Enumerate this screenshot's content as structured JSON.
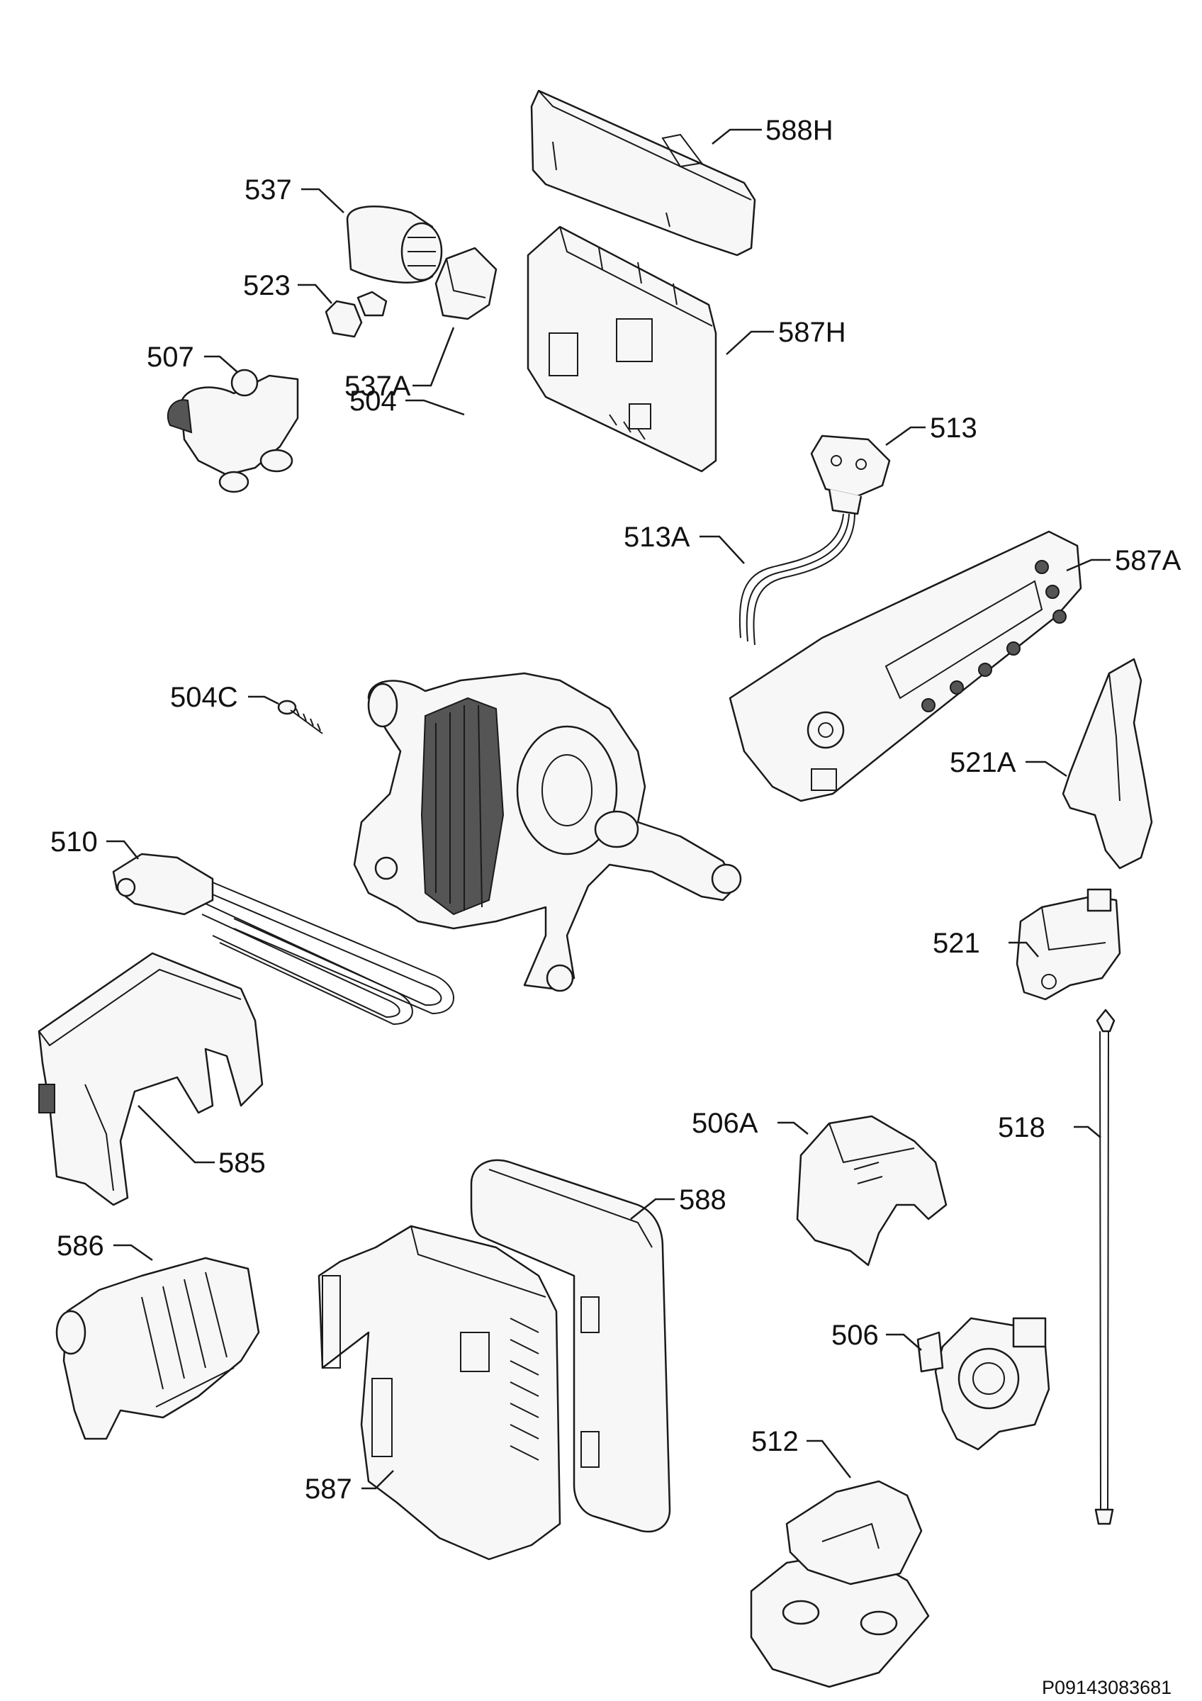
{
  "labels": {
    "l588H": "588H",
    "l537": "537",
    "l523": "523",
    "l537A": "537A",
    "l587H": "587H",
    "l507": "507",
    "l513": "513",
    "l513A": "513A",
    "l587A": "587A",
    "l504": "504",
    "l504C": "504C",
    "l521A": "521A",
    "l510": "510",
    "l521": "521",
    "l518": "518",
    "l506A": "506A",
    "l585": "585",
    "l588": "588",
    "l586": "586",
    "l506": "506",
    "l512": "512",
    "l587": "587"
  },
  "reference_code": "P09143083681"
}
